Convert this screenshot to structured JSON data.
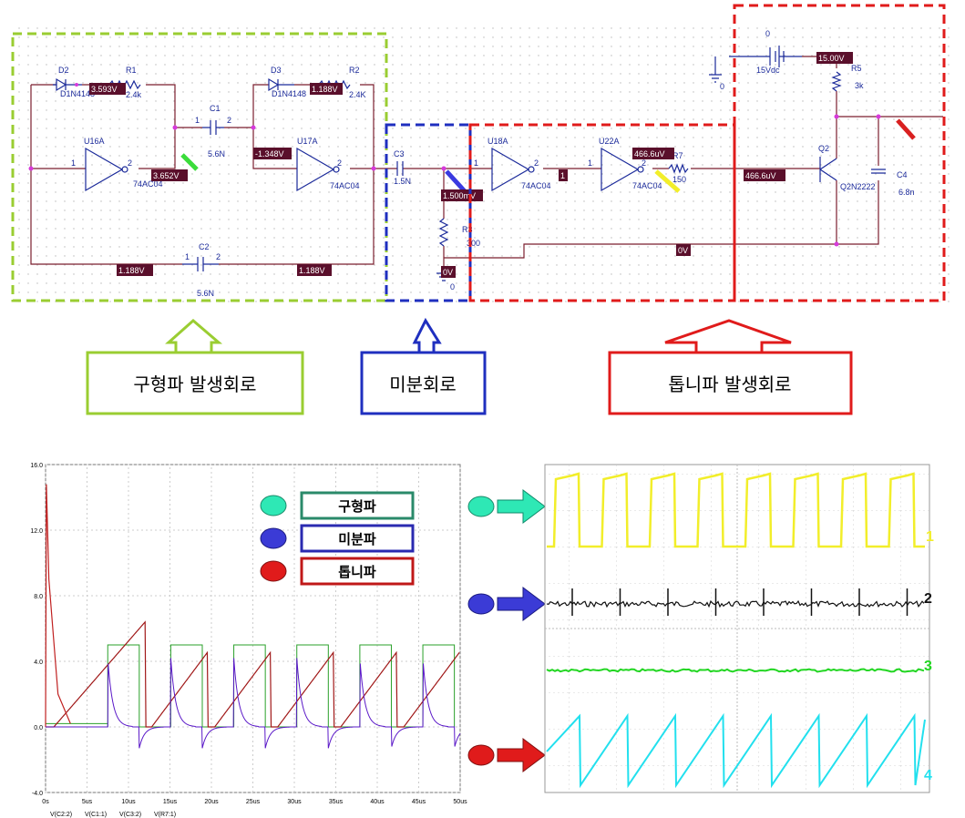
{
  "labels": {
    "square_wave_circuit": "구형파 발생회로",
    "differentiator_circuit": "미분회로",
    "sawtooth_circuit": "톱니파 발생회로"
  },
  "components": {
    "d2": "D2",
    "d2_model": "D1N4148",
    "r1": "R1",
    "r1_val": "2.4k",
    "d3": "D3",
    "d3_model": "D1N4148",
    "r2": "R2",
    "r2_val": "2.4K",
    "c1": "C1",
    "c1_val": "5.6N",
    "c2": "C2",
    "c2_val": "5.6N",
    "u16": "U16A",
    "u16_model": "74AC04",
    "u17": "U17A",
    "u17_model": "74AC04",
    "c3": "C3",
    "c3_val": "1.5N",
    "r3": "R3",
    "r3_val": "300",
    "u18": "U18A",
    "u18_model": "74AC04",
    "u22": "U22A",
    "u22_model": "74AC04",
    "r7": "R7",
    "r7_val": "150",
    "v_source_name": "0",
    "v_source_val": "15Vdc",
    "r5": "R5",
    "r5_val": "3k",
    "q2": "Q2",
    "q2_model": "Q2N2222",
    "c4": "C4",
    "c4_val": "6.8n",
    "gnd1": "0",
    "gnd2": "0",
    "pin1": "1",
    "pin2": "2"
  },
  "voltages": {
    "v1": "3.593V",
    "v2": "1.188V",
    "v3": "3.652V",
    "v4": "-1.348V",
    "v5": "1.188V",
    "v6": "1.188V",
    "v7": "1.500mV",
    "v8": "466.6uV",
    "v9": "466.6uV",
    "v10": "15.00V",
    "v11": "0V",
    "v12": "0V",
    "v13": "1"
  },
  "legend": {
    "square": "구형파",
    "diff": "미분파",
    "saw": "톱니파"
  },
  "colors": {
    "green_box": "#9acd32",
    "blue_box": "#1f2fbf",
    "red_box": "#e01b1b",
    "wire": "#7b1f2e",
    "square_marker": "#2ee8b5",
    "diff_marker": "#3b3bd6",
    "saw_marker": "#e01b1b",
    "scope_yellow": "#f2ee2a",
    "scope_black": "#111111",
    "scope_green": "#22d622",
    "scope_cyan": "#22e0ee"
  },
  "scope_channels": [
    "1",
    "2",
    "3",
    "4"
  ],
  "chart_data": {
    "type": "line",
    "title": "",
    "xlabel": "",
    "ylabel": "",
    "xlim": [
      0,
      50
    ],
    "ylim": [
      -4,
      16
    ],
    "x_tick_labels": [
      "0s",
      "5us",
      "10us",
      "15us",
      "20us",
      "25us",
      "30us",
      "35us",
      "40us",
      "45us",
      "50us"
    ],
    "y_tick_labels": [
      "-4.0",
      "0.0",
      "4.0",
      "8.0",
      "12.0",
      "16.0"
    ],
    "legend_text": [
      "V(C2:2)",
      "V(C1:1)",
      "V(C3:2)",
      "V(R7:1)"
    ],
    "period_us": 7.6,
    "square_high": 5.0,
    "saw_peak": 6.4,
    "initial_spike": 14.8,
    "diff_spike_pos": 4.2,
    "diff_spike_neg": -1.3,
    "grid": true
  }
}
